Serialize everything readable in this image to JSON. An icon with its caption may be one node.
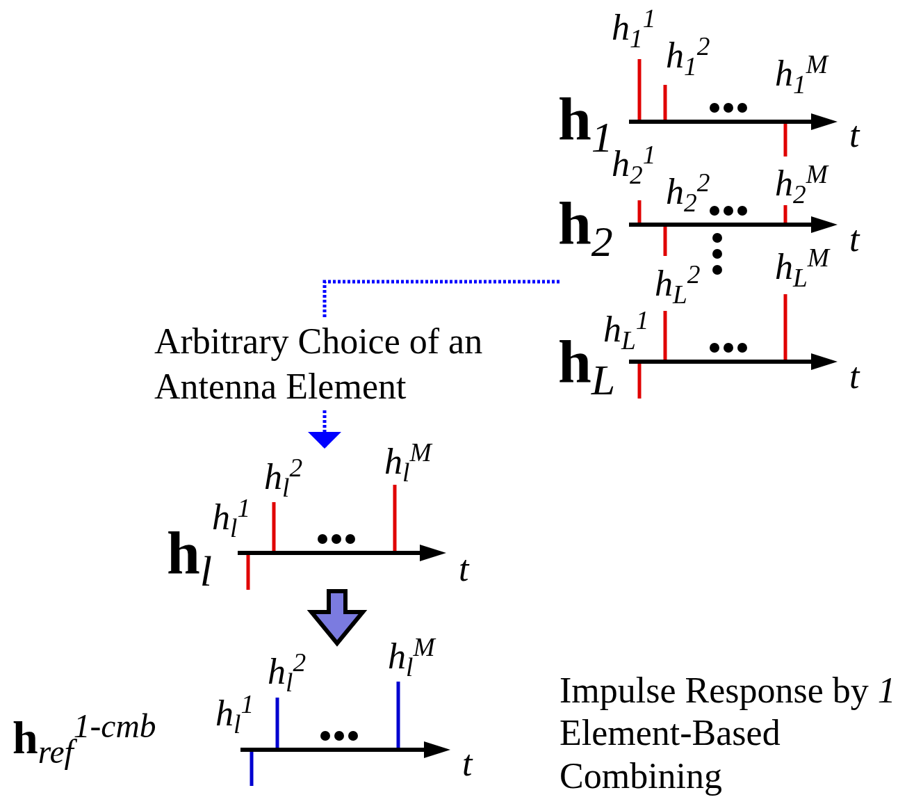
{
  "diagram": {
    "nodes": [
      {
        "text": [
          "**h**$_{1}$",
          "h$_{1}$$^{1}$",
          "h$_{1}$$^{2}$",
          "h$_{1}$$^{M}$",
          "t"
        ]
      },
      {
        "text": [
          "**h**$_{2}$",
          "h$_{2}$$^{1}$",
          "h$_{2}$$^{2}$",
          "h$_{2}$$^{M}$",
          "t"
        ]
      },
      {
        "text": [
          "**h**$_{L}$",
          "h$_{L}$$^{1}$",
          "h$_{L}$$^{2}$",
          "h$_{L}$$^{M}$",
          "t"
        ]
      },
      {
        "text": [
          "Arbitrary Choice of an Antenna Element"
        ]
      },
      {
        "text": [
          "**h**$_{l}$",
          "h$_{l}$$^{1}$",
          "h$_{l}$$^{2}$",
          "h$_{l}$$^{M}$",
          "t"
        ]
      },
      {
        "text": [
          "**h**$_{ref}$$^{1-cmb}$",
          "h$_{l}$$^{1}$",
          "h$_{l}$$^{2}$",
          "h$_{l}$$^{M}$",
          "t"
        ]
      }
    ],
    "edges": [
      {
        "from": 2,
        "to": 3,
        "arrow": "none",
        "style": "dashed",
        "color": "#0000ff"
      },
      {
        "from": 3,
        "to": 4,
        "arrow": "to",
        "style": "dashed",
        "color": "#0000ff"
      },
      {
        "from": 4,
        "to": 5,
        "arrow": "to",
        "style": "thick",
        "color": "#7b7be0"
      }
    ],
    "labels": [
      "Impulse Response by *1* Element-Based Combining"
    ]
  }
}
